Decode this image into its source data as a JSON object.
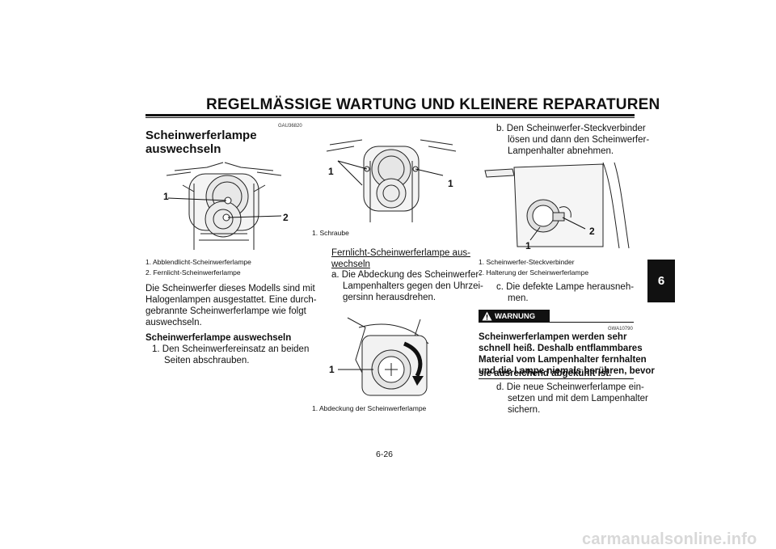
{
  "header": {
    "title": "REGELMÄSSIGE WARTUNG UND KLEINERE REPARATUREN"
  },
  "chapter_tab": "6",
  "left": {
    "code": "GAU36820",
    "heading_line1": "Scheinwerferlampe",
    "heading_line2": "auswechseln",
    "fig_labels": [
      "1",
      "2"
    ],
    "captions": [
      "1.  Abblendlicht-Scheinwerferlampe",
      "2.  Fernlicht-Scheinwerferlampe"
    ],
    "para": [
      "Die Scheinwerfer dieses Modells sind mit",
      "Halogenlampen ausgestattet. Eine durch-",
      "gebrannte Scheinwerferlampe wie folgt",
      "auswechseln."
    ],
    "subheading": "Scheinwerferlampe auswechseln",
    "step1": [
      "1.  Den Scheinwerfereinsatz an beiden",
      "Seiten abschrauben."
    ]
  },
  "middle": {
    "fig1_labels": [
      "1",
      "1"
    ],
    "fig1_caption": "1.  Schraube",
    "link_line1": "Fernlicht-Scheinwerferlampe aus-",
    "link_line2": "wechseln",
    "step_a": [
      "a.  Die Abdeckung des Scheinwerfer-",
      "Lampenhalters gegen den Uhrzei-",
      "gersinn herausdrehen."
    ],
    "fig2_label": "1",
    "fig2_caption": "1.  Abdeckung der Scheinwerferlampe"
  },
  "right": {
    "step_b": [
      "b.  Den Scheinwerfer-Steckverbinder",
      "lösen und dann den Scheinwerfer-",
      "Lampenhalter abnehmen."
    ],
    "fig_labels": [
      "1",
      "2"
    ],
    "captions": [
      "1.  Scheinwerfer-Steckverbinder",
      "2.  Halterung der Scheinwerferlampe"
    ],
    "step_c": [
      "c.  Die defekte Lampe herausneh-",
      "men."
    ],
    "warning_code": "GWA10790",
    "warning_label": "WARNUNG",
    "warning_text": [
      "Scheinwerferlampen werden sehr",
      "schnell heiß. Deshalb entflammbares",
      "Material vom Lampenhalter fernhalten",
      "und die Lampe niemals berühren, bevor",
      "sie ausreichend abgekühlt ist."
    ],
    "step_d": [
      "d.  Die neue Scheinwerferlampe ein-",
      "setzen und mit dem Lampenhalter",
      "sichern."
    ]
  },
  "footer": {
    "page": "6-26"
  },
  "watermark": "carmanualsonline.info"
}
